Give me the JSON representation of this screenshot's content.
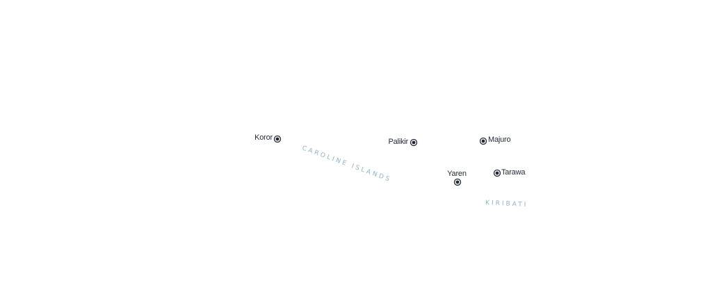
{
  "map": {
    "background": "#ffffff",
    "marker_color": "#1f2733",
    "region_label_color": "#8fb3c0",
    "cities": [
      {
        "name": "Koror"
      },
      {
        "name": "Palikir"
      },
      {
        "name": "Majuro"
      },
      {
        "name": "Yaren"
      },
      {
        "name": "Tarawa"
      }
    ],
    "regions": [
      {
        "name": "CAROLINE ISLANDS"
      },
      {
        "name": "KIRIBATI"
      }
    ]
  }
}
